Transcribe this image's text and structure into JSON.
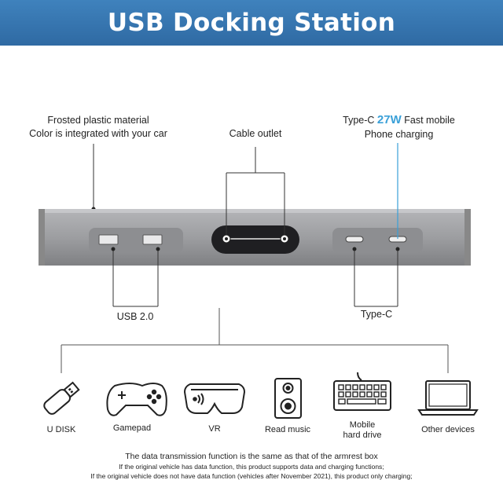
{
  "header": {
    "title": "USB Docking Station"
  },
  "callouts": {
    "material_line1": "Frosted plastic material",
    "material_line2": "Color is integrated with your car",
    "cable_outlet": "Cable outlet",
    "typec_prefix": "Type-C",
    "typec_power": "27W",
    "typec_suffix": "Fast mobile",
    "typec_line2": "Phone charging",
    "usb_label": "USB 2.0",
    "typec_label": "Type-C"
  },
  "devices": [
    {
      "icon": "usb-stick-icon",
      "label": "U DISK"
    },
    {
      "icon": "gamepad-icon",
      "label": "Gamepad"
    },
    {
      "icon": "vr-headset-icon",
      "label": "VR"
    },
    {
      "icon": "speaker-icon",
      "label": "Read music"
    },
    {
      "icon": "keyboard-icon",
      "label_line1": "Mobile",
      "label_line2": "hard drive"
    },
    {
      "icon": "laptop-icon",
      "label": "Other devices"
    }
  ],
  "footer": {
    "line1": "The data transmission function is the same as that of the armrest box",
    "line2": "If the original vehicle has data  function, this product supports data and charging functions;",
    "line3": "If the original vehicle does not have data function (vehicles after November 2021), this product only charging;"
  },
  "colors": {
    "banner": "#3479b6",
    "accent": "#3aa0d8",
    "dock": "#9a9b9e"
  }
}
